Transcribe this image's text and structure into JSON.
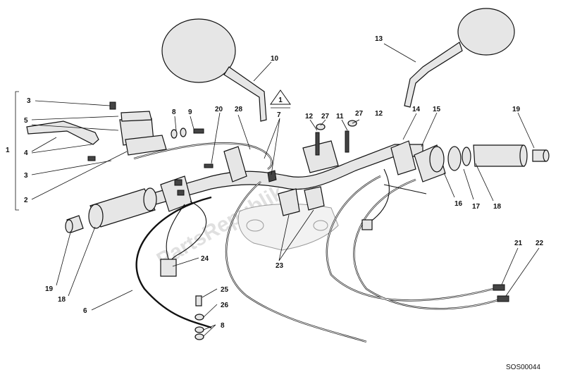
{
  "diagram": {
    "code": "SOS00044",
    "watermark": "PartsRepublik",
    "callout_triangle": "1",
    "labels": {
      "l1": "1",
      "l2": "2",
      "l3a": "3",
      "l3b": "3",
      "l4": "4",
      "l5": "5",
      "l6": "6",
      "l7": "7",
      "l8a": "8",
      "l8b": "8",
      "l9": "9",
      "l10": "10",
      "l11": "11",
      "l12a": "12",
      "l12b": "12",
      "l13": "13",
      "l14": "14",
      "l15": "15",
      "l16": "16",
      "l17": "17",
      "l18a": "18",
      "l18b": "18",
      "l19a": "19",
      "l19b": "19",
      "l20": "20",
      "l21": "21",
      "l22": "22",
      "l23": "23",
      "l24": "24",
      "l25": "25",
      "l26": "26",
      "l27a": "27",
      "l27b": "27",
      "l28": "28"
    }
  }
}
